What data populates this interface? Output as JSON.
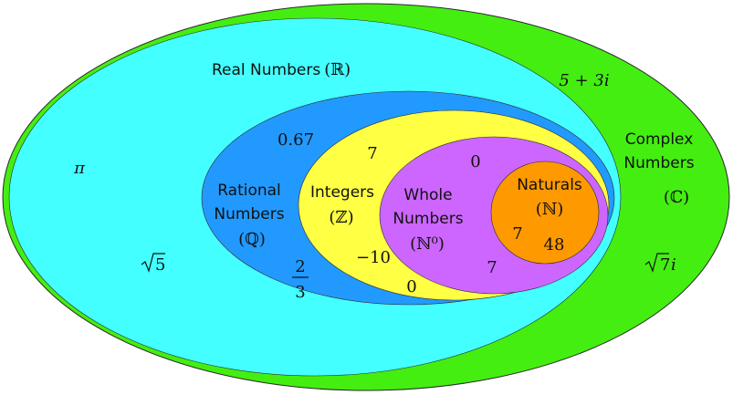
{
  "colors": {
    "complex": "#44ee11",
    "real": "#44ffff",
    "rational": "#2299ff",
    "integers": "#ffff44",
    "whole": "#cc66ff",
    "naturals": "#ff9900",
    "outline": "#2a2a2a"
  },
  "sets": {
    "real": {
      "title": "Real Numbers",
      "symbol": "(ℝ)"
    },
    "complex": {
      "line1": "Complex",
      "line2": "Numbers",
      "symbol": "(ℂ)"
    },
    "rational": {
      "line1": "Rational",
      "line2": "Numbers",
      "symbol": "(ℚ)"
    },
    "integers": {
      "title": "Integers",
      "symbol": "(ℤ)"
    },
    "whole": {
      "line1": "Whole",
      "line2": "Numbers",
      "symbol": "(ℕ⁰)"
    },
    "naturals": {
      "title": "Naturals",
      "symbol": "(ℕ)"
    }
  },
  "examples": {
    "complex_a": "5 + 3i",
    "complex_b_radicand": "7",
    "complex_b_suffix": "i",
    "real_pi": "π",
    "real_sqrt_radicand": "5",
    "rational_decimal": "0.67",
    "rational_frac_num": "2",
    "rational_frac_den": "3",
    "integer_pos": "7",
    "integer_neg": "−10",
    "integer_zero": "0",
    "whole_zero": "0",
    "whole_seven": "7",
    "natural_seven": "7",
    "natural_48": "48"
  }
}
